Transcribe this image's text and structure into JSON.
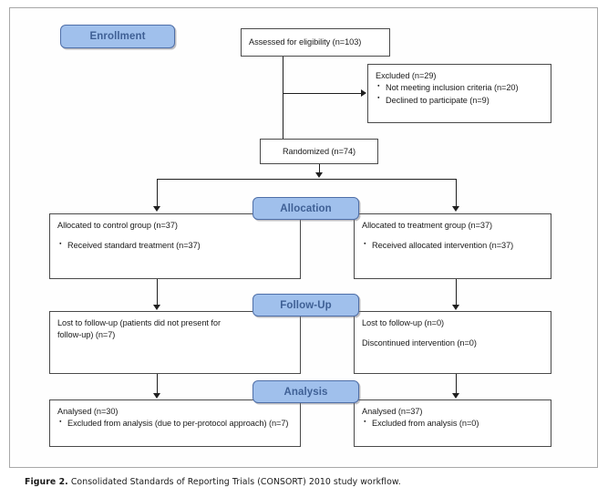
{
  "figure": {
    "caption_label": "Figure 2.",
    "caption_text": "Consolidated Standards of Reporting Trials (CONSORT) 2010 study workflow."
  },
  "colors": {
    "badge_fill": "#a0c0ec",
    "badge_border": "#4f6fa8",
    "badge_text": "#3f6095",
    "node_border": "#4a4a4a",
    "connector": "#1f1f1f",
    "frame_border": "#a8a8a8"
  },
  "stages": [
    {
      "id": "enrollment",
      "label": "Enrollment"
    },
    {
      "id": "allocation",
      "label": "Allocation"
    },
    {
      "id": "followup",
      "label": "Follow-Up"
    },
    {
      "id": "analysis",
      "label": "Analysis"
    }
  ],
  "nodes": {
    "assessed": {
      "line1": "Assessed for eligibility (n=103)"
    },
    "excluded": {
      "line1": "Excluded  (n=29)",
      "bullet1": "Not meeting inclusion criteria (n=20)",
      "bullet2": "Declined to participate (n=9)"
    },
    "randomized": {
      "line1": "Randomized (n=74)"
    },
    "allocated_control": {
      "line1": "Allocated to control group (n=37)",
      "bullet1": "Received standard treatment (n=37)"
    },
    "allocated_treatment": {
      "line1": "Allocated to treatment group (n=37)",
      "bullet1": "Received allocated intervention (n=37)"
    },
    "followup_control": {
      "line1": "Lost to follow-up (patients did not present for follow-up) (n=7)"
    },
    "followup_treatment": {
      "line1": "Lost to follow-up (n=0)",
      "line2": "Discontinued intervention (n=0)"
    },
    "analysis_control": {
      "line1": "Analysed  (n=30)",
      "bullet1": "Excluded from analysis (due to per-protocol approach) (n=7)"
    },
    "analysis_treatment": {
      "line1": "Analysed  (n=37)",
      "bullet1": "Excluded from analysis (n=0)"
    }
  },
  "chart_data": {
    "type": "diagram",
    "title": "Consolidated Standards of Reporting Trials (CONSORT) 2010 study workflow",
    "stages": [
      "Enrollment",
      "Allocation",
      "Follow-Up",
      "Analysis"
    ],
    "flow": [
      {
        "stage": "Enrollment",
        "node": "Assessed for eligibility",
        "n": 103
      },
      {
        "stage": "Enrollment",
        "node": "Excluded",
        "n": 29,
        "reasons": [
          {
            "label": "Not meeting inclusion criteria",
            "n": 20
          },
          {
            "label": "Declined to participate",
            "n": 9
          }
        ]
      },
      {
        "stage": "Enrollment",
        "node": "Randomized",
        "n": 74
      },
      {
        "stage": "Allocation",
        "arm": "control",
        "node": "Allocated to control group",
        "n": 37,
        "details": [
          {
            "label": "Received standard treatment",
            "n": 37
          }
        ]
      },
      {
        "stage": "Allocation",
        "arm": "treatment",
        "node": "Allocated to treatment group",
        "n": 37,
        "details": [
          {
            "label": "Received allocated intervention",
            "n": 37
          }
        ]
      },
      {
        "stage": "Follow-Up",
        "arm": "control",
        "node": "Lost to follow-up (patients did not present for follow-up)",
        "n": 7
      },
      {
        "stage": "Follow-Up",
        "arm": "treatment",
        "node": "Lost to follow-up",
        "n": 0
      },
      {
        "stage": "Follow-Up",
        "arm": "treatment",
        "node": "Discontinued intervention",
        "n": 0
      },
      {
        "stage": "Analysis",
        "arm": "control",
        "node": "Analysed",
        "n": 30,
        "details": [
          {
            "label": "Excluded from analysis (due to per-protocol approach)",
            "n": 7
          }
        ]
      },
      {
        "stage": "Analysis",
        "arm": "treatment",
        "node": "Analysed",
        "n": 37,
        "details": [
          {
            "label": "Excluded from analysis",
            "n": 0
          }
        ]
      }
    ]
  }
}
